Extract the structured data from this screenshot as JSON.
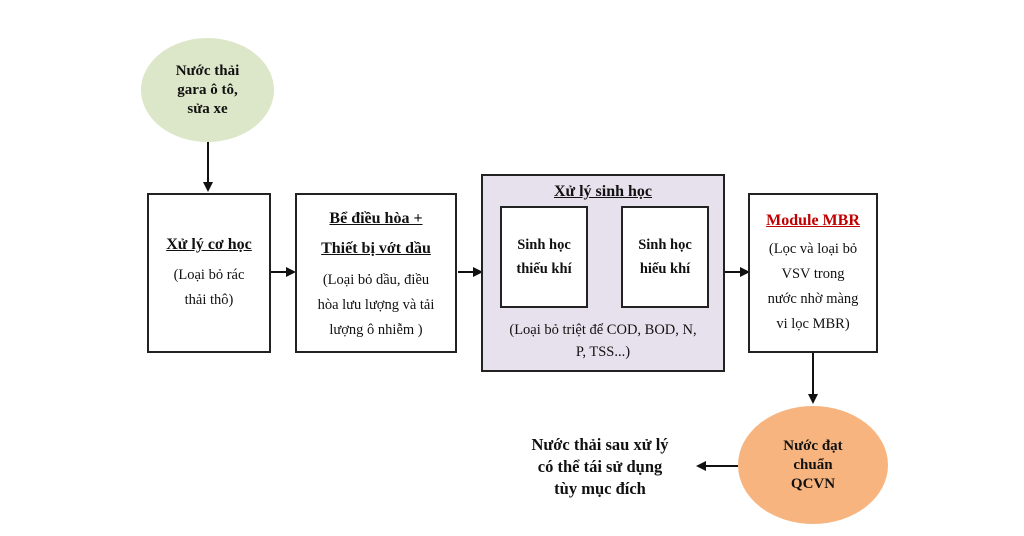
{
  "source": {
    "lines": [
      "Nước thải",
      "gara ô tô,",
      "sửa xe"
    ]
  },
  "mechanical": {
    "title": "Xử lý cơ học",
    "desc_lines": [
      "(Loại bỏ rác",
      "thải thô)"
    ]
  },
  "equalization": {
    "title_lines": [
      "Bể điều hòa +",
      "Thiết bị vớt dầu"
    ],
    "desc_lines": [
      "(Loại bỏ dầu, điều",
      "hòa lưu lượng và tải",
      "lượng ô nhiễm )"
    ]
  },
  "biological": {
    "title": "Xử lý sinh học",
    "anoxic_lines": [
      "Sinh học",
      "thiếu khí"
    ],
    "aerobic_lines": [
      "Sinh học",
      "hiếu khí"
    ],
    "desc_lines": [
      "(Loại bỏ triệt để COD, BOD, N,",
      "P, TSS...)"
    ]
  },
  "mbr": {
    "title": "Module MBR",
    "desc_lines": [
      "(Lọc và loại bỏ",
      "VSV trong",
      "nước nhờ màng",
      "vi lọc MBR)"
    ]
  },
  "standard": {
    "lines": [
      "Nước đạt",
      "chuẩn",
      "QCVN"
    ]
  },
  "output": {
    "lines": [
      "Nước thải sau xử lý",
      "có thể tái sử dụng",
      "tùy mục đích"
    ]
  },
  "colors": {
    "source_fill": "#dce6c8",
    "standard_fill": "#f7b47e",
    "bio_fill": "#e6e1ec",
    "mbr_title": "#c00000"
  }
}
